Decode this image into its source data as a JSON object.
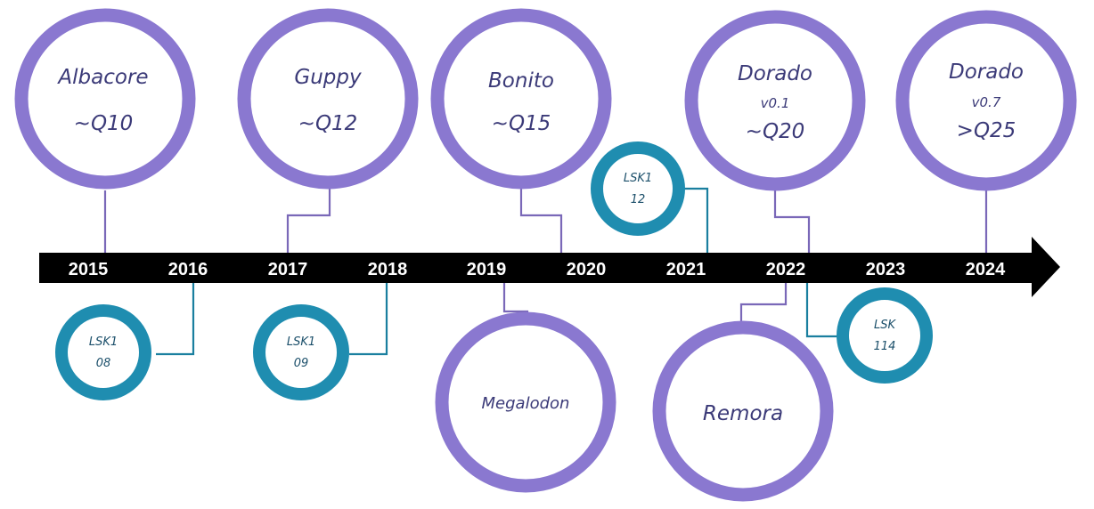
{
  "timeline": {
    "years": [
      "2015",
      "2016",
      "2017",
      "2018",
      "2019",
      "2020",
      "2021",
      "2022",
      "2023",
      "2024"
    ]
  },
  "basecallers_top": [
    {
      "name": "Albacore",
      "version": "",
      "accuracy": "~Q10"
    },
    {
      "name": "Guppy",
      "version": "",
      "accuracy": "~Q12"
    },
    {
      "name": "Bonito",
      "version": "",
      "accuracy": "~Q15"
    },
    {
      "name": "Dorado",
      "version": "v0.1",
      "accuracy": "~Q20"
    },
    {
      "name": "Dorado",
      "version": "v0.7",
      "accuracy": ">Q25"
    }
  ],
  "basecallers_bottom": [
    {
      "name": "Megalodon"
    },
    {
      "name": "Remora"
    }
  ],
  "kits": [
    {
      "line1": "LSK1",
      "line2": "08"
    },
    {
      "line1": "LSK1",
      "line2": "09"
    },
    {
      "line1": "LSK1",
      "line2": "12"
    },
    {
      "line1": "LSK",
      "line2": "114"
    }
  ],
  "colors": {
    "basecaller_ring": "#8a78d0",
    "kit_ring": "#1f8db0",
    "arrow": "#000000",
    "year_text": "#ffffff"
  }
}
